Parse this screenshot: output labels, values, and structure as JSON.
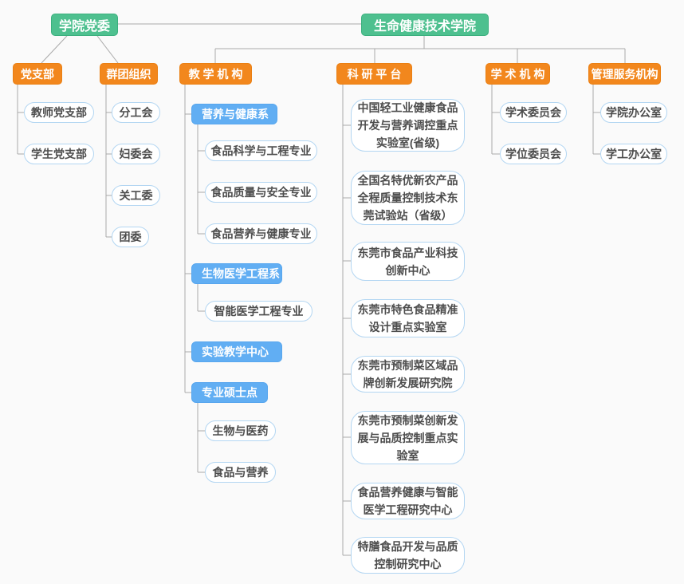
{
  "diagram": {
    "root_left": "学院党委",
    "root_right": "生命健康技术学院",
    "party": {
      "branch": {
        "label": "党支部",
        "children": [
          "教师党支部",
          "学生党支部"
        ]
      },
      "mass_org": {
        "label": "群团组织",
        "children": [
          "分工会",
          "妇委会",
          "关工委",
          "团委"
        ]
      }
    },
    "college_depts": {
      "teaching": {
        "label": "教 学 机 构",
        "nutrition_dept": {
          "label": "营养与健康系",
          "majors": [
            "食品科学与工程专业",
            "食品质量与安全专业",
            "食品营养与健康专业"
          ]
        },
        "biomed_dept": {
          "label": "生物医学工程系",
          "majors": [
            "智能医学工程专业"
          ]
        },
        "lab_center": {
          "label": "实验教学中心"
        },
        "masters": {
          "label": "专业硕士点",
          "programs": [
            "生物与医药",
            "食品与营养"
          ]
        }
      },
      "research": {
        "label": "科 研 平 台",
        "platforms": [
          "中国轻工业健康食品开发与营养调控重点实验室(省级)",
          "全国名特优新农产品全程质量控制技术东莞试验站（省级）",
          "东莞市食品产业科技创新中心",
          "东莞市特色食品精准设计重点实验室",
          "东莞市预制菜区域品牌创新发展研究院",
          "东莞市预制菜创新发展与品质控制重点实验室",
          "食品营养健康与智能医学工程研究中心",
          "特膳食品开发与品质控制研究中心"
        ]
      },
      "academic": {
        "label": "学 术 机 构",
        "committees": [
          "学术委员会",
          "学位委员会"
        ]
      },
      "admin": {
        "label": "管理服务机构",
        "offices": [
          "学院办公室",
          "学工办公室"
        ]
      }
    }
  },
  "colors": {
    "root_green": "#4ec08f",
    "branch_orange": "#f2871d",
    "dept_blue": "#61aef3",
    "pill_border": "#b3d6f2",
    "pill_text": "#4d4d4d",
    "line_gray": "#a9a9a9",
    "background": "#fafafa"
  }
}
